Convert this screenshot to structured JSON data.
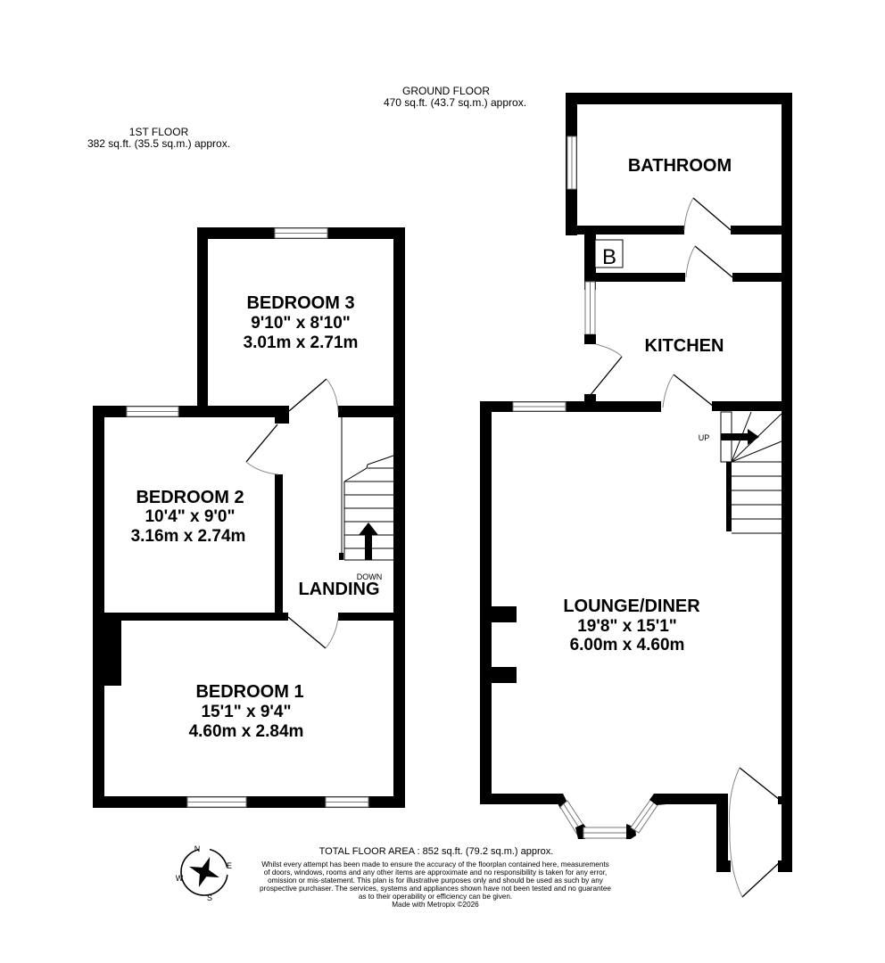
{
  "floors": {
    "first": {
      "title": "1ST FLOOR",
      "area": "382 sq.ft. (35.5 sq.m.) approx.",
      "rooms": [
        {
          "name": "BEDROOM 3",
          "imperial": "9'10\"  x 8'10\"",
          "metric": "3.01m  x 2.71m"
        },
        {
          "name": "BEDROOM 2",
          "imperial": "10'4\"  x 9'0\"",
          "metric": "3.16m  x 2.74m"
        },
        {
          "name": "BEDROOM 1",
          "imperial": "15'1\"  x 9'4\"",
          "metric": "4.60m  x 2.84m"
        },
        {
          "name": "LANDING"
        }
      ],
      "stairs_label": "DOWN"
    },
    "ground": {
      "title": "GROUND FLOOR",
      "area": "470 sq.ft. (43.7 sq.m.) approx.",
      "rooms": [
        {
          "name": "BATHROOM"
        },
        {
          "name": "KITCHEN"
        },
        {
          "name": "LOUNGE/DINER",
          "imperial": "19'8\"  x 15'1\"",
          "metric": "6.00m  x 4.60m"
        }
      ],
      "boiler_label": "B",
      "stairs_label": "UP"
    }
  },
  "footer": {
    "total_area": "TOTAL FLOOR AREA : 852 sq.ft. (79.2 sq.m.) approx.",
    "disclaimer_lines": [
      "Whilst every attempt has been made to ensure the accuracy of the floorplan contained here, measurements",
      "of doors, windows, rooms and any other items are approximate and no responsibility is taken for any error,",
      "omission or mis-statement. This plan is for illustrative purposes only and should be used as such by any",
      "prospective purchaser. The services, systems and appliances shown have not been tested and no guarantee",
      "as to their operability or efficiency can be given.",
      "Made with Metropix ©2026"
    ]
  },
  "compass": {
    "n": "N",
    "e": "E",
    "s": "S",
    "w": "W",
    "icon": "compass-rose-icon"
  },
  "colors": {
    "wall": "#000000",
    "background": "#ffffff",
    "window_line": "#777777"
  }
}
